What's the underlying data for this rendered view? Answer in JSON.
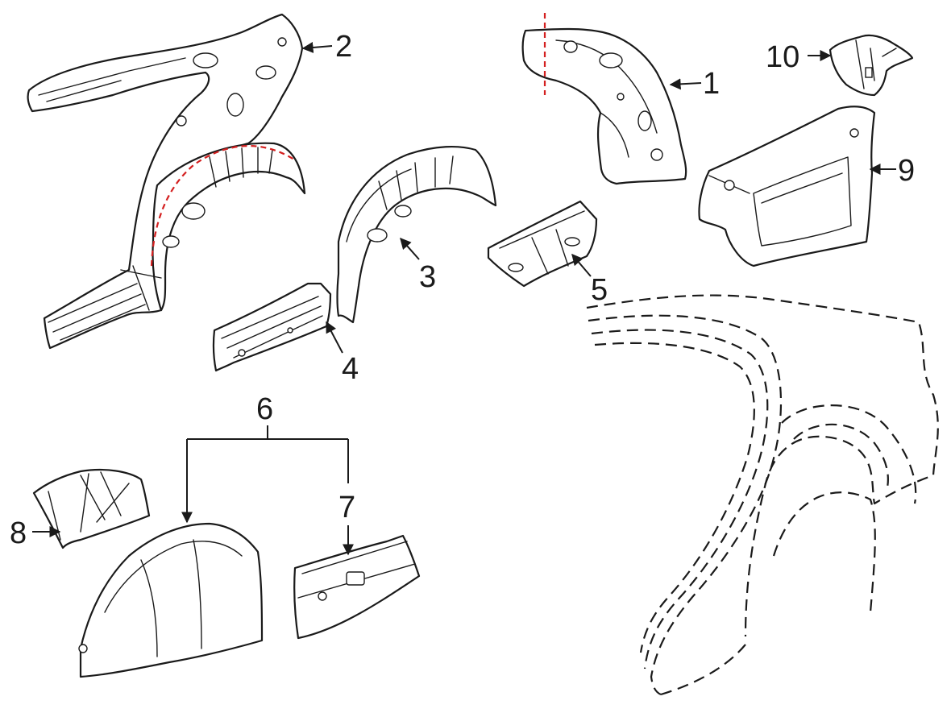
{
  "callouts": {
    "c1": "1",
    "c2": "2",
    "c3": "3",
    "c4": "4",
    "c5": "5",
    "c6": "6",
    "c7": "7",
    "c8": "8",
    "c9": "9",
    "c10": "10"
  },
  "colors": {
    "line": "#1a1a1a",
    "cut_line": "#d42020",
    "background": "#ffffff"
  }
}
